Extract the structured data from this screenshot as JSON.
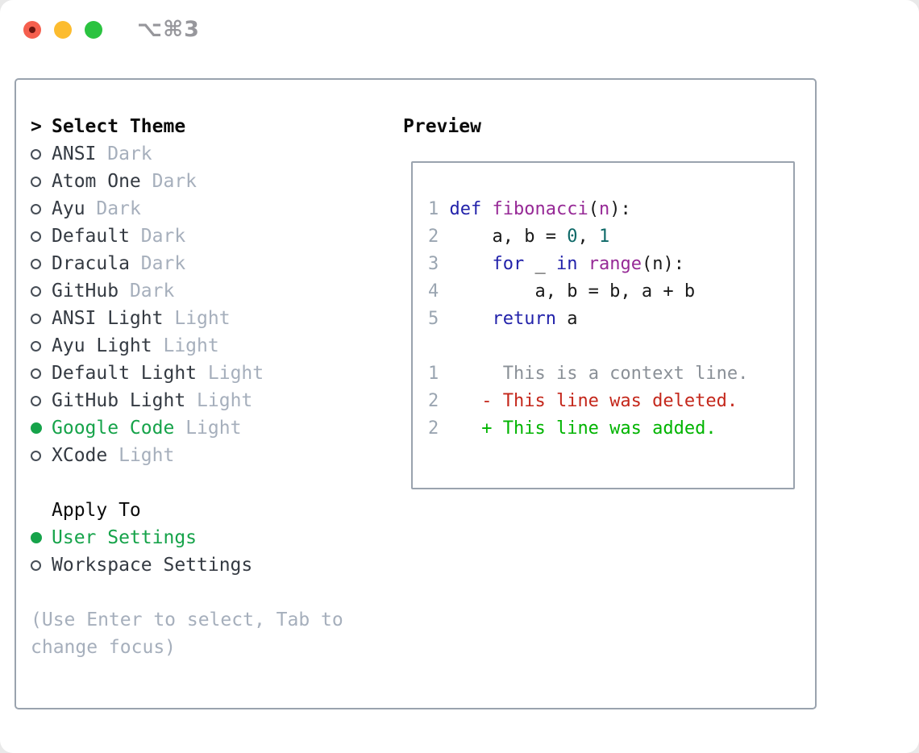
{
  "titlebar": {
    "shortcut": "⌥⌘3"
  },
  "theme_panel": {
    "header": {
      "marker": ">",
      "label": "Select Theme"
    },
    "themes": [
      {
        "name": "ANSI",
        "variant": "Dark",
        "selected": false
      },
      {
        "name": "Atom One",
        "variant": "Dark",
        "selected": false
      },
      {
        "name": "Ayu",
        "variant": "Dark",
        "selected": false
      },
      {
        "name": "Default",
        "variant": "Dark",
        "selected": false
      },
      {
        "name": "Dracula",
        "variant": "Dark",
        "selected": false
      },
      {
        "name": "GitHub",
        "variant": "Dark",
        "selected": false
      },
      {
        "name": "ANSI Light",
        "variant": "Light",
        "selected": false
      },
      {
        "name": "Ayu Light",
        "variant": "Light",
        "selected": false
      },
      {
        "name": "Default Light",
        "variant": "Light",
        "selected": false
      },
      {
        "name": "GitHub Light",
        "variant": "Light",
        "selected": false
      },
      {
        "name": "Google Code",
        "variant": "Light",
        "selected": true
      },
      {
        "name": "XCode",
        "variant": "Light",
        "selected": false
      }
    ],
    "apply_to": {
      "label": "Apply To",
      "options": [
        {
          "label": "User Settings",
          "selected": true
        },
        {
          "label": "Workspace Settings",
          "selected": false
        }
      ]
    },
    "hint_lines": [
      "(Use Enter to select, Tab to",
      "change focus)"
    ]
  },
  "preview": {
    "label": "Preview",
    "lines": [
      {
        "num": "1",
        "kind": "code",
        "tokens": [
          [
            " ",
            "pl"
          ],
          [
            "def",
            "kw"
          ],
          [
            " ",
            "pl"
          ],
          [
            "fibonacci",
            "fn"
          ],
          [
            "(",
            "pl"
          ],
          [
            "n",
            "fn"
          ],
          [
            "):",
            "pl"
          ]
        ]
      },
      {
        "num": "2",
        "kind": "code",
        "tokens": [
          [
            "     a, b = ",
            "pl"
          ],
          [
            "0",
            "lit"
          ],
          [
            ", ",
            "pl"
          ],
          [
            "1",
            "lit"
          ]
        ]
      },
      {
        "num": "3",
        "kind": "code",
        "tokens": [
          [
            "     ",
            "pl"
          ],
          [
            "for",
            "kw"
          ],
          [
            " _ ",
            "pl"
          ],
          [
            "in",
            "kw"
          ],
          [
            " ",
            "pl"
          ],
          [
            "range",
            "fn"
          ],
          [
            "(n):",
            "pl"
          ]
        ]
      },
      {
        "num": "4",
        "kind": "code",
        "tokens": [
          [
            "         a, b = b, a + b",
            "pl"
          ]
        ]
      },
      {
        "num": "5",
        "kind": "code",
        "tokens": [
          [
            "     ",
            "pl"
          ],
          [
            "return",
            "kw"
          ],
          [
            " a",
            "pl"
          ]
        ]
      },
      {
        "num": "",
        "kind": "blank",
        "tokens": []
      },
      {
        "num": "1",
        "kind": "diff-context",
        "tokens": [
          [
            "      ",
            "pl"
          ],
          [
            "This is a context line.",
            "ctx"
          ]
        ]
      },
      {
        "num": "2",
        "kind": "diff-deleted",
        "tokens": [
          [
            "    ",
            "pl"
          ],
          [
            "- This line was deleted.",
            "del"
          ]
        ]
      },
      {
        "num": "2",
        "kind": "diff-added",
        "tokens": [
          [
            "    ",
            "pl"
          ],
          [
            "+ This line was added.",
            "add"
          ]
        ]
      }
    ]
  },
  "colors": {
    "accent_green": "#16a34a",
    "text_dark": "#343a42",
    "text_muted": "#a6afbc",
    "border": "#9aa3ae",
    "line_number": "#9aa5b1",
    "syntax_keyword": "#2222aa",
    "syntax_function": "#962996",
    "syntax_literal": "#0e6968",
    "syntax_plain": "#1a1a1a",
    "diff_context": "#8a9097",
    "diff_deleted": "#c4271b",
    "diff_added": "#00b400",
    "traffic_red": "#f55f4e",
    "traffic_yellow": "#fcbc2f",
    "traffic_green": "#2bc340"
  }
}
